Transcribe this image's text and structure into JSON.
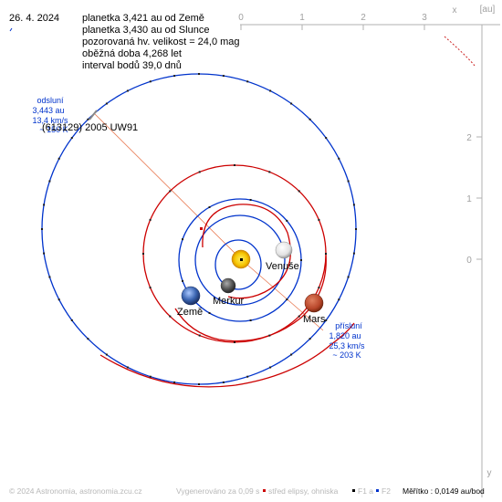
{
  "header": {
    "date": "26. 4. 2024",
    "info_lines": [
      "planetka 3,421 au od Země",
      "planetka 3,430 au od Slunce",
      "pozorovaná hv. velikost = 24,0 mag",
      "oběžná doba 4,268 let",
      "interval bodů 39,0 dnů"
    ]
  },
  "axes": {
    "x_ticks": [
      "0",
      "1",
      "2",
      "3"
    ],
    "x_label": "x",
    "y_ticks": [
      "0",
      "1",
      "2"
    ],
    "y_label": "y",
    "unit": "[au]"
  },
  "aphelion": {
    "label": "odsluní",
    "distance": "3,443 au",
    "speed": "13,4 km/s",
    "temperature": "~ 150 K"
  },
  "perihelion": {
    "label": "přísluní",
    "distance": "1,820 au",
    "speed": "25,3 km/s",
    "temperature": "~ 203 K"
  },
  "object_name": "(613129) 2005 UW91",
  "planets": {
    "venus": "Venuše",
    "mercury": "Merkur",
    "earth": "Země",
    "mars": "Mars"
  },
  "footer": {
    "copyright": "© 2024 Astronomia, astronomia.zcu.cz",
    "generated": "Vygenerováno za 0,09 s",
    "legend_center": "střed elipsy, ohniska",
    "legend_f1": "F1 a",
    "legend_f2": "F2",
    "scale": "Měřítko : 0,0149 au/bod"
  },
  "colors": {
    "asteroid_orbit": "#0033cc",
    "planet_orbit_blue": "#0033cc",
    "mars_orbit": "#cc0000",
    "asteroid_path": "#e87850",
    "axis_grey": "#a0a0a0",
    "label_blue": "#0033cc"
  }
}
